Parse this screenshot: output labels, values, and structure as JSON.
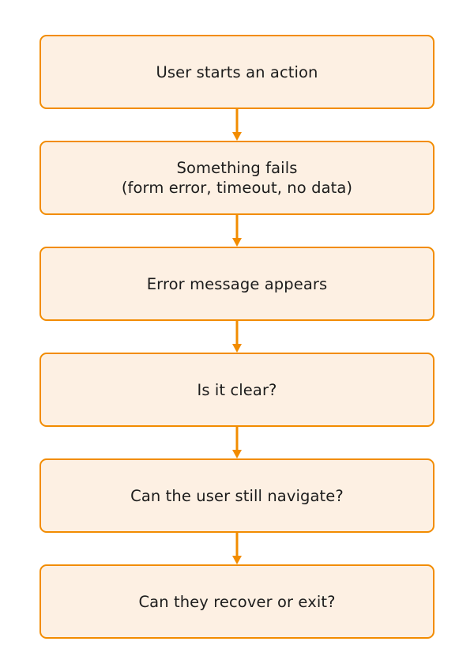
{
  "diagram": {
    "type": "flowchart",
    "orientation": "top-to-bottom",
    "background_color": "#ffffff",
    "node_fill_color": "#fdf0e3",
    "node_border_color": "#f28c00",
    "node_text_color": "#1c1c1c",
    "edge_color": "#f28c00",
    "nodes": [
      {
        "id": "n1",
        "label": "User starts an action"
      },
      {
        "id": "n2",
        "label": "Something fails\n(form error, timeout, no data)"
      },
      {
        "id": "n3",
        "label": "Error message appears"
      },
      {
        "id": "n4",
        "label": "Is it clear?"
      },
      {
        "id": "n5",
        "label": "Can the user still navigate?"
      },
      {
        "id": "n6",
        "label": "Can they recover or exit?"
      }
    ],
    "edges": [
      {
        "id": "e1",
        "from": "n1",
        "to": "n2",
        "label": ""
      },
      {
        "id": "e2",
        "from": "n2",
        "to": "n3",
        "label": ""
      },
      {
        "id": "e3",
        "from": "n3",
        "to": "n4",
        "label": ""
      },
      {
        "id": "e4",
        "from": "n4",
        "to": "n5",
        "label": ""
      },
      {
        "id": "e5",
        "from": "n5",
        "to": "n6",
        "label": ""
      }
    ]
  }
}
